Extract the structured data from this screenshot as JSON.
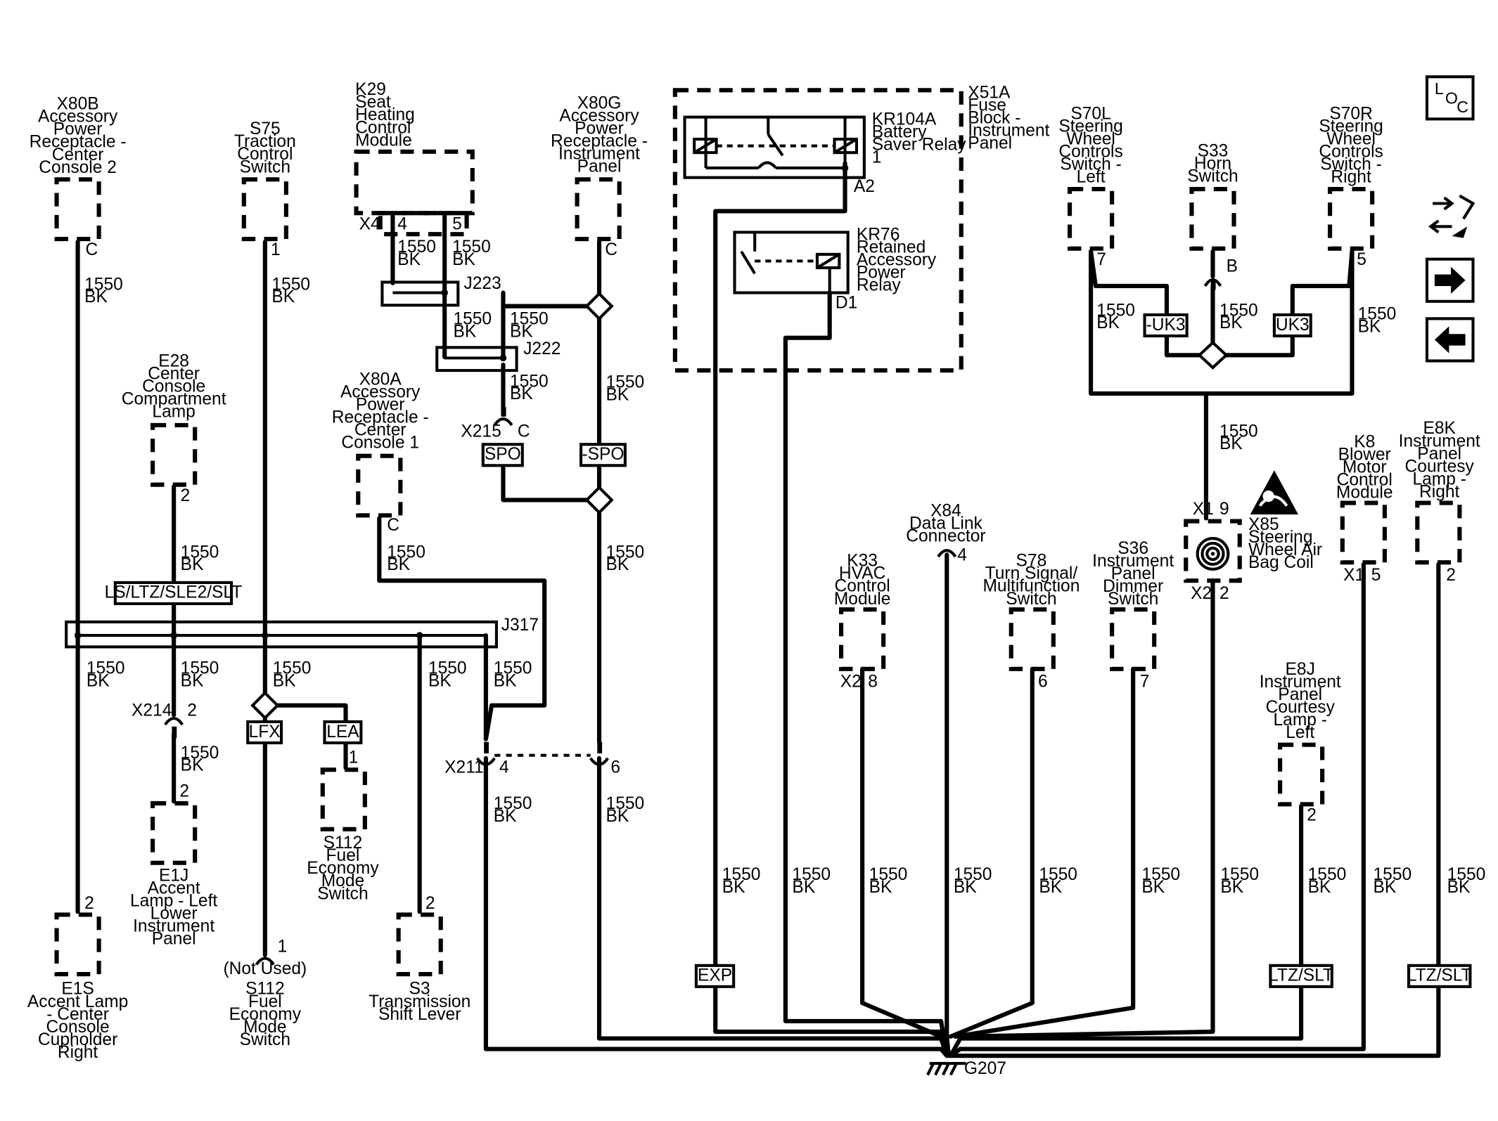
{
  "wire_label": {
    "gauge": "1550",
    "color": "BK"
  },
  "components": {
    "x80b": [
      "X80B",
      "Accessory",
      "Power",
      "Receptacle -",
      "Center",
      "Console 2"
    ],
    "s75": [
      "S75",
      "Traction",
      "Control",
      "Switch"
    ],
    "k29": [
      "K29",
      "Seat",
      "Heating",
      "Control",
      "Module"
    ],
    "x80g": [
      "X80G",
      "Accessory",
      "Power",
      "Receptacle -",
      "Instrument",
      "Panel"
    ],
    "x51a": [
      "X51A",
      "Fuse",
      "Block -",
      "Instrument",
      "Panel"
    ],
    "kr104a": [
      "KR104A",
      "Battery",
      "Saver Relay",
      "1"
    ],
    "kr76": [
      "KR76",
      "Retained",
      "Accessory",
      "Power",
      "Relay"
    ],
    "s70l": [
      "S70L",
      "Steering",
      "Wheel",
      "Controls",
      "Switch -",
      "Left"
    ],
    "s33": [
      "S33",
      "Horn",
      "Switch"
    ],
    "s70r": [
      "S70R",
      "Steering",
      "Wheel",
      "Controls",
      "Switch -",
      "Right"
    ],
    "e28": [
      "E28",
      "Center",
      "Console",
      "Compartment",
      "Lamp"
    ],
    "x80a": [
      "X80A",
      "Accessory",
      "Power",
      "Receptacle -",
      "Center",
      "Console 1"
    ],
    "x84": [
      "X84",
      "Data Link",
      "Connector"
    ],
    "x85": [
      "X85",
      "Steering",
      "Wheel Air",
      "Bag Coil"
    ],
    "k8": [
      "K8",
      "Blower",
      "Motor",
      "Control",
      "Module"
    ],
    "e8k": [
      "E8K",
      "Instrument",
      "Panel",
      "Courtesy",
      "Lamp -",
      "Right"
    ],
    "k33": [
      "K33",
      "HVAC",
      "Control",
      "Module"
    ],
    "s78": [
      "S78",
      "Turn Signal/",
      "Multifunction",
      "Switch"
    ],
    "s36": [
      "S36",
      "Instrument",
      "Panel",
      "Dimmer",
      "Switch"
    ],
    "e8j": [
      "E8J",
      "Instrument",
      "Panel",
      "Courtesy",
      "Lamp -",
      "Left"
    ],
    "e1j": [
      "E1J",
      "Accent",
      "Lamp - Left",
      "Lower",
      "Instrument",
      "Panel"
    ],
    "s112_top": [
      "S112",
      "Fuel",
      "Economy",
      "Mode",
      "Switch"
    ],
    "e1s": [
      "E1S",
      "Accent Lamp",
      "- Center",
      "Console",
      "Cupholder",
      "Right"
    ],
    "s112_bottom": [
      "S112",
      "Fuel",
      "Economy",
      "Mode",
      "Switch"
    ],
    "s3": [
      "S3",
      "Transmission",
      "Shift Lever"
    ]
  },
  "options": {
    "ls_ltz": "LS/LTZ/SLE2/SLT",
    "spo": "SPO",
    "not_spo": "-SPO",
    "uk3": "UK3",
    "not_uk3": "-UK3",
    "lfx": "LFX",
    "lea": "LEA",
    "exp": "EXP",
    "ltz_slt": "LTZ/SLT"
  },
  "splices": {
    "j223": "J223",
    "j222": "J222",
    "j317": "J317"
  },
  "connectors": {
    "x4": "X4",
    "x215": "X215",
    "x214": "X214",
    "x211": "X211",
    "x1": "X1",
    "x2": "X2"
  },
  "pins": {
    "c": "C",
    "one": "1",
    "two": "2",
    "four": "4",
    "five": "5",
    "six": "6",
    "seven": "7",
    "eight": "8",
    "nine": "9",
    "b": "B",
    "a2": "A2",
    "d1": "D1"
  },
  "ground": "G207",
  "not_used": "(Not Used)",
  "nav": {
    "loc_icon": "L O C",
    "icons": [
      "component-view-icon",
      "next-page-icon",
      "previous-page-icon"
    ]
  }
}
